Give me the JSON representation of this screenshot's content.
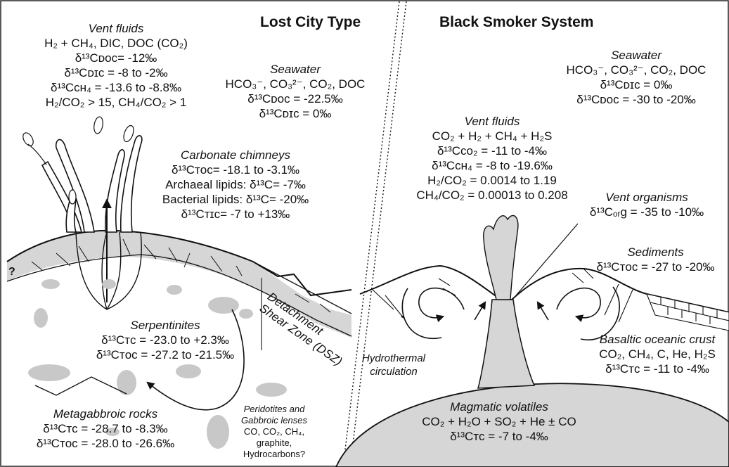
{
  "headers": {
    "left": "Lost City Type",
    "right": "Black Smoker System"
  },
  "question_mark": "?",
  "left": {
    "vent_fluids": {
      "title": "Vent fluids",
      "lines": [
        "H₂ + CH₄, DIC, DOC (CO₂)",
        "δ¹³Cᴅᴏᴄ= -12‰",
        "δ¹³Cᴅɪᴄ = -8 to -2‰",
        "δ¹³Cᴄʜ₄ = -13.6 to -8.8‰",
        "H₂/CO₂ > 15, CH₄/CO₂ > 1"
      ]
    },
    "seawater": {
      "title": "Seawater",
      "lines": [
        "HCO₃⁻, CO₃²⁻, CO₂, DOC",
        "δ¹³Cᴅᴏᴄ = -22.5‰",
        "δ¹³Cᴅɪᴄ = 0‰"
      ]
    },
    "carbonate_chimneys": {
      "title": "Carbonate chimneys",
      "lines": [
        "δ¹³Cᴛᴏᴄ= -18.1 to -3.1‰",
        "Archaeal lipids: δ¹³C= -7‰",
        "Bacterial lipids: δ¹³C= -20‰",
        "δ¹³Cᴛɪᴄ= -7 to +13‰"
      ]
    },
    "detachment": "Detachment\nShear Zone (DSZ)",
    "serpentinites": {
      "title": "Serpentinites",
      "lines": [
        "δ¹³Cᴛᴄ = -23.0 to +2.3‰",
        "δ¹³Cᴛᴏᴄ = -27.2 to -21.5‰"
      ]
    },
    "metagabbroic": {
      "title": "Metagabbroic rocks",
      "lines": [
        "δ¹³Cᴛᴄ = -28.7 to -8.3‰",
        "δ¹³Cᴛᴏᴄ = -28.0 to -26.6‰"
      ]
    },
    "peridotites": {
      "lines": [
        "Peridotites and",
        "Gabbroic lenses",
        "CO, CO₂, CH₄,",
        "graphite,",
        "Hydrocarbons?"
      ]
    }
  },
  "right": {
    "seawater": {
      "title": "Seawater",
      "lines": [
        "HCO₃⁻, CO₃²⁻, CO₂, DOC",
        "δ¹³Cᴅɪᴄ = 0‰",
        "δ¹³Cᴅᴏᴄ = -30 to -20‰"
      ]
    },
    "vent_fluids": {
      "title": "Vent fluids",
      "lines": [
        "CO₂ + H₂ + CH₄ + H₂S",
        "δ¹³Cᴄᴏ₂ = -11 to -4‰",
        "δ¹³Cᴄʜ₄ = -8 to -19.6‰",
        "H₂/CO₂ = 0.0014 to 1.19",
        "CH₄/CO₂ = 0.00013 to 0.208"
      ]
    },
    "vent_organisms": {
      "title": "Vent organisms",
      "lines": [
        "δ¹³Cₒᵣg = -35 to -10‰"
      ]
    },
    "sediments": {
      "title": "Sediments",
      "lines": [
        "δ¹³Cᴛᴏᴄ = -27 to -20‰"
      ]
    },
    "hydrothermal": "Hydrothermal\ncirculation",
    "basaltic": {
      "title": "Basaltic oceanic crust",
      "lines": [
        "CO₂, CH₄, C, He, H₂S",
        "δ¹³Cᴛᴄ = -11 to -4‰"
      ]
    },
    "magmatic": {
      "title": "Magmatic volatiles",
      "lines": [
        "CO₂ + H₂O + SO₂ + He ± CO",
        "δ¹³Cᴛᴄ = -7 to -4‰"
      ]
    }
  }
}
